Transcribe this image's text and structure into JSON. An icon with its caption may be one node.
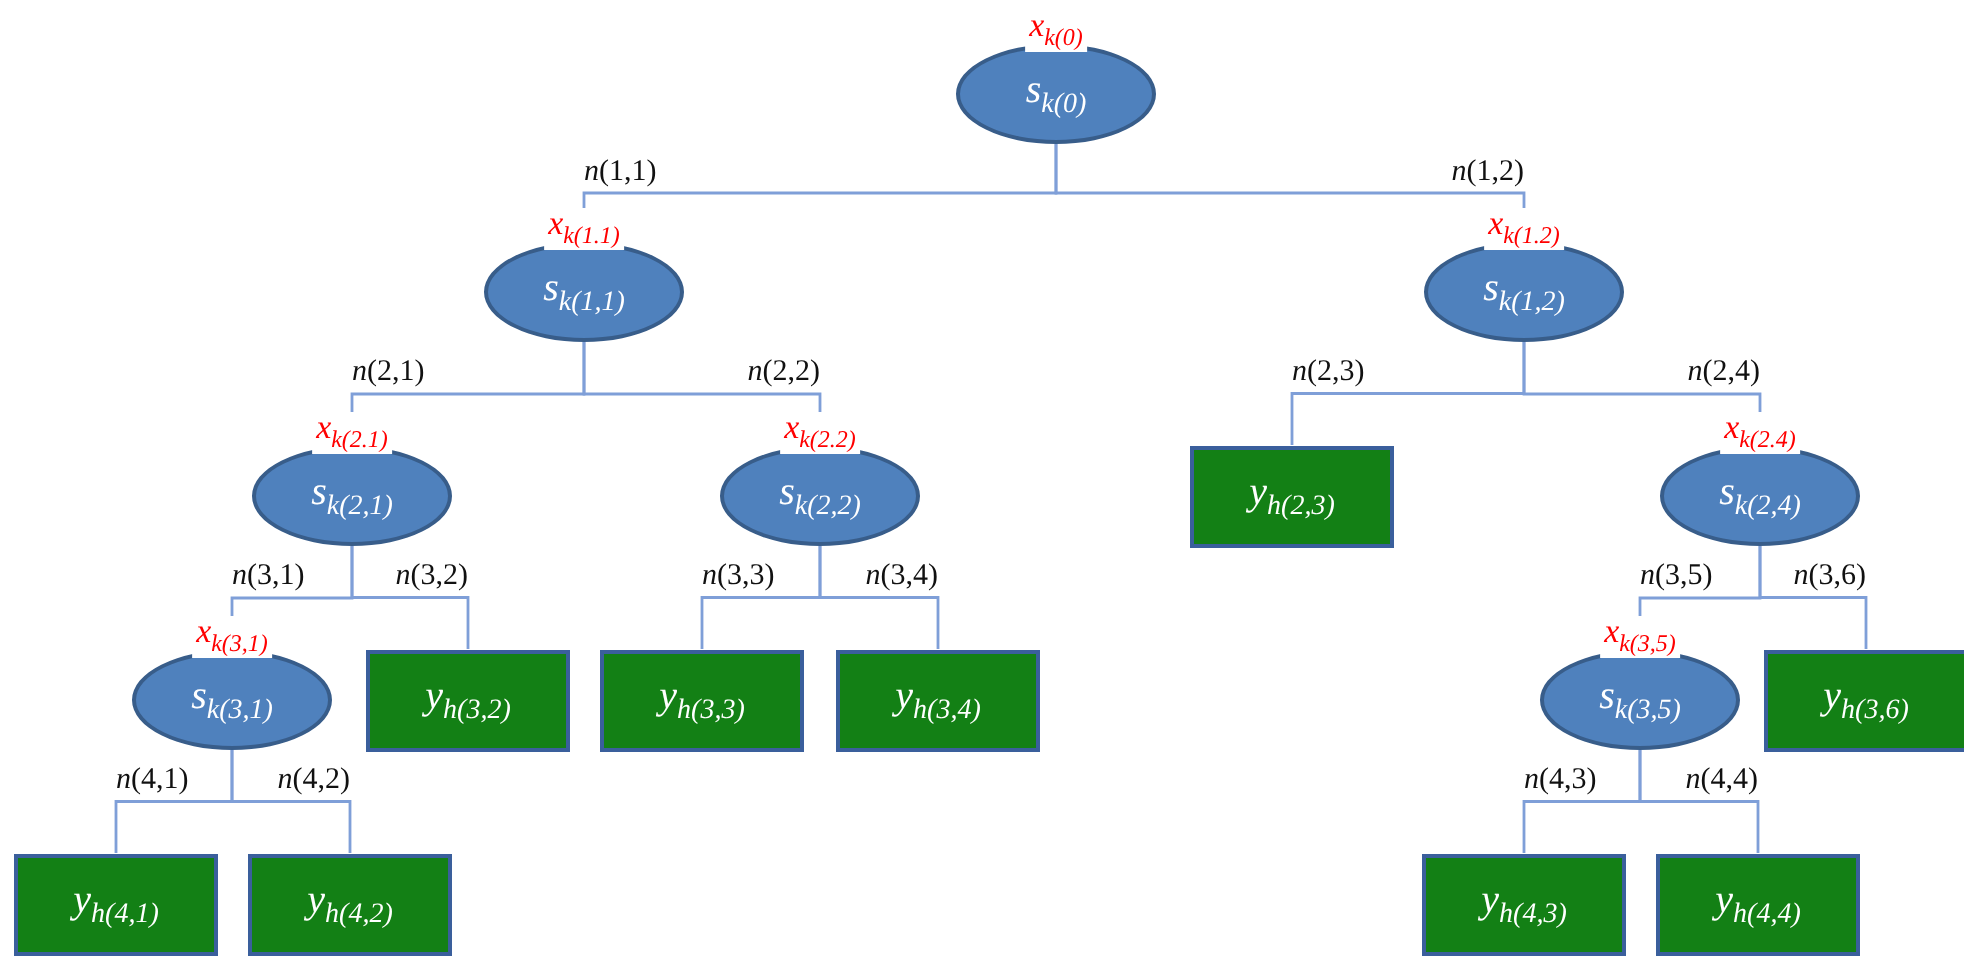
{
  "diagram": {
    "nodes": [
      {
        "text": [
          "s$_{k(0)}$"
        ],
        "beside": [
          "x$_{k(0)}$"
        ]
      },
      {
        "text": [
          "s$_{k(1,1)}$"
        ],
        "beside": [
          "x$_{k(1.1)}$"
        ]
      },
      {
        "text": [
          "s$_{k(1,2)}$"
        ],
        "beside": [
          "x$_{k(1.2)}$"
        ]
      },
      {
        "text": [
          "s$_{k(2,1)}$"
        ],
        "beside": [
          "x$_{k(2.1)}$"
        ]
      },
      {
        "text": [
          "s$_{k(2,2)}$"
        ],
        "beside": [
          "x$_{k(2.2)}$"
        ]
      },
      {
        "text": [
          "y$_{h(2,3)}$"
        ]
      },
      {
        "text": [
          "s$_{k(2,4)}$"
        ],
        "beside": [
          "x$_{k(2.4)}$"
        ]
      },
      {
        "text": [
          "s$_{k(3,1)}$"
        ],
        "beside": [
          "x$_{k(3,1)}$"
        ]
      },
      {
        "text": [
          "y$_{h(3,2)}$"
        ]
      },
      {
        "text": [
          "y$_{h(3,3)}$"
        ]
      },
      {
        "text": [
          "y$_{h(3,4)}$"
        ]
      },
      {
        "text": [
          "s$_{k(3,5)}$"
        ],
        "beside": [
          "x$_{k(3,5)}$"
        ]
      },
      {
        "text": [
          "y$_{h(3,6)}$"
        ]
      },
      {
        "text": [
          "y$_{h(4,1)}$"
        ]
      },
      {
        "text": [
          "y$_{h(4,2)}$"
        ]
      },
      {
        "text": [
          "y$_{h(4,3)}$"
        ]
      },
      {
        "text": [
          "y$_{h(4,4)}$"
        ]
      }
    ],
    "edges": [
      {
        "from": 0,
        "to": 1,
        "arrow": "none",
        "label": "*n*(1,1)"
      },
      {
        "from": 0,
        "to": 2,
        "arrow": "none",
        "label": "*n*(1,2)"
      },
      {
        "from": 1,
        "to": 3,
        "arrow": "none",
        "label": "*n*(2,1)"
      },
      {
        "from": 1,
        "to": 4,
        "arrow": "none",
        "label": "*n*(2,2)"
      },
      {
        "from": 2,
        "to": 5,
        "arrow": "none",
        "label": "*n*(2,3)"
      },
      {
        "from": 2,
        "to": 6,
        "arrow": "none",
        "label": "*n*(2,4)"
      },
      {
        "from": 3,
        "to": 7,
        "arrow": "none",
        "label": "*n*(3,1)"
      },
      {
        "from": 3,
        "to": 8,
        "arrow": "none",
        "label": "*n*(3,2)"
      },
      {
        "from": 4,
        "to": 9,
        "arrow": "none",
        "label": "*n*(3,3)"
      },
      {
        "from": 4,
        "to": 10,
        "arrow": "none",
        "label": "*n*(3,4)"
      },
      {
        "from": 6,
        "to": 11,
        "arrow": "none",
        "label": "*n*(3,5)"
      },
      {
        "from": 6,
        "to": 12,
        "arrow": "none",
        "label": "*n*(3,6)"
      },
      {
        "from": 7,
        "to": 13,
        "arrow": "none",
        "label": "*n*(4,1)"
      },
      {
        "from": 7,
        "to": 14,
        "arrow": "none",
        "label": "*n*(4,2)"
      },
      {
        "from": 11,
        "to": 15,
        "arrow": "none",
        "label": "*n*(4,3)"
      },
      {
        "from": 11,
        "to": 16,
        "arrow": "none",
        "label": "*n*(4,4)"
      }
    ]
  }
}
